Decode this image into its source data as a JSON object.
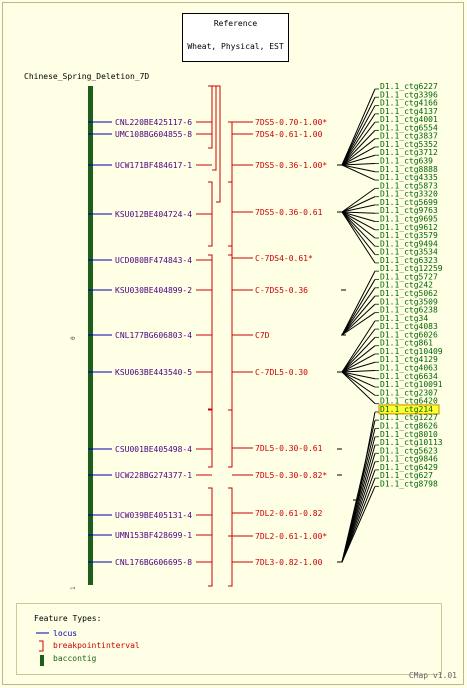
{
  "reference_box": {
    "line1": "Reference",
    "line2": "Wheat, Physical, EST"
  },
  "map_title": "Chinese_Spring_Deletion_7D",
  "axis_labels": {
    "top": "0",
    "bottom": "1"
  },
  "colors": {
    "locus": "#0000aa",
    "locus_label": "#4b0082",
    "interval": "#cc0000",
    "contig_label": "#006600",
    "contig_bar": "#1d5e1d",
    "highlight_bg": "#ffff33",
    "highlight_border": "#cc8800",
    "connector": "#000000"
  },
  "loci": [
    {
      "label": "CNL220BE425117-6"
    },
    {
      "label": "UMC108BG604855-8"
    },
    {
      "label": "UCW171BF484617-1"
    },
    {
      "label": "KSU012BE404724-4"
    },
    {
      "label": "UCD080BF474843-4"
    },
    {
      "label": "KSU030BE404899-2"
    },
    {
      "label": "CNL177BG606803-4"
    },
    {
      "label": "KSU063BE443540-5"
    },
    {
      "label": "CSU001BE405498-4"
    },
    {
      "label": "UCW228BG274377-1"
    },
    {
      "label": "UCW039BE405131-4"
    },
    {
      "label": "UMN153BF428699-1"
    },
    {
      "label": "CNL176BG606695-8"
    }
  ],
  "intervals": [
    {
      "label": "7DS5-0.70-1.00*"
    },
    {
      "label": "7DS4-0.61-1.00"
    },
    {
      "label": "7DS5-0.36-1.00*"
    },
    {
      "label": "7DS5-0.36-0.61"
    },
    {
      "label": "C-7DS4-0.61*"
    },
    {
      "label": "C-7DS5-0.36"
    },
    {
      "label": "C7D"
    },
    {
      "label": "C-7DL5-0.30"
    },
    {
      "label": "7DL5-0.30-0.61"
    },
    {
      "label": "7DL5-0.30-0.82*"
    },
    {
      "label": "7DL2-0.61-0.82"
    },
    {
      "label": "7DL2-0.61-1.00*"
    },
    {
      "label": "7DL3-0.82-1.00"
    }
  ],
  "contigs": [
    "D1.1_ctg6227",
    "D1.1_ctg3396",
    "D1.1_ctg4166",
    "D1.1_ctg4137",
    "D1.1_ctg4001",
    "D1.1_ctg6554",
    "D1.1_ctg3837",
    "D1.1_ctg5352",
    "D1.1_ctg3712",
    "D1.1_ctg639",
    "D1.1_ctg8888",
    "D1.1_ctg4335",
    "D1.1_ctg5873",
    "D1.1_ctg3320",
    "D1.1_ctg5699",
    "D1.1_ctg9763",
    "D1.1_ctg9695",
    "D1.1_ctg9612",
    "D1.1_ctg3579",
    "D1.1_ctg9494",
    "D1.1_ctg3534",
    "D1.1_ctg6323",
    "D1.1_ctg12259",
    "D1.1_ctg5727",
    "D1.1_ctg242",
    "D1.1_ctg5062",
    "D1.1_ctg3509",
    "D1.1_ctg6238",
    "D1.1_ctg34",
    "D1.1_ctg4083",
    "D1.1_ctg6026",
    "D1.1_ctg861",
    "D1.1_ctg10409",
    "D1.1_ctg4129",
    "D1.1_ctg4063",
    "D1.1_ctg6634",
    "D1.1_ctg10091",
    "D1.1_ctg2307",
    "D1.1_ctg6420",
    "D1.1_ctg214",
    "D1.1_ctg1227",
    "D1.1_ctg8626",
    "D1.1_ctg8010",
    "D1.1_ctg10113",
    "D1.1_ctg5623",
    "D1.1_ctg9846",
    "D1.1_ctg6429",
    "D1.1_ctg627",
    "D1.1_ctg8798"
  ],
  "highlighted_contig": "D1.1_ctg214",
  "legend": {
    "title": "Feature Types:",
    "items": [
      {
        "icon": "locus-line-icon",
        "label": "locus"
      },
      {
        "icon": "interval-bracket-icon",
        "label": "breakpointinterval"
      },
      {
        "icon": "contig-bar-icon",
        "label": "baccontig"
      }
    ]
  },
  "version": "CMap v1.01"
}
